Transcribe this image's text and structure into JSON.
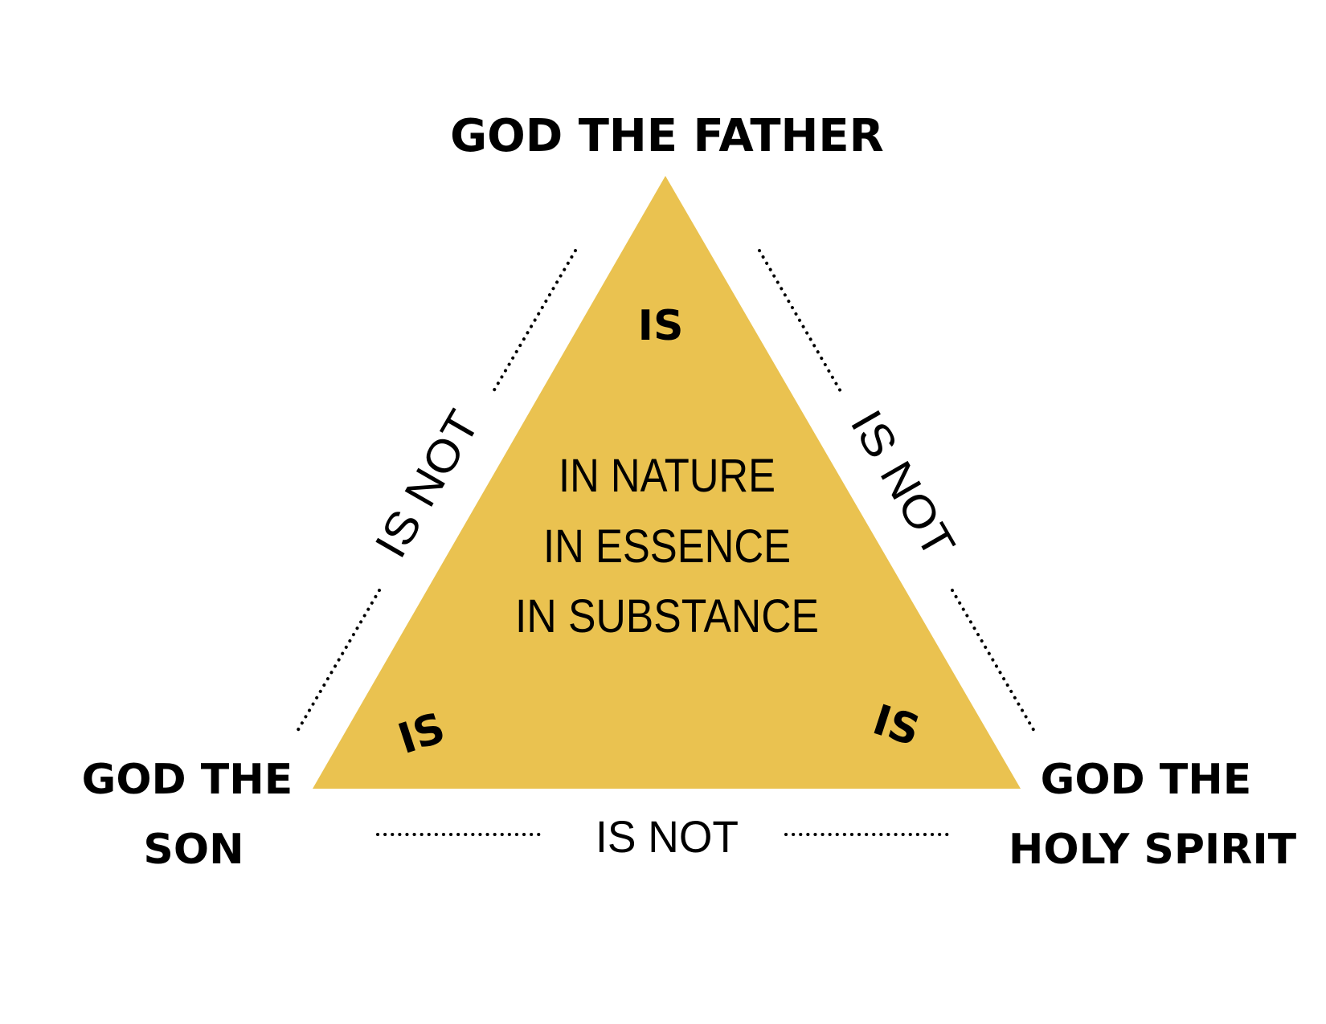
{
  "title": "Trinity Diagram",
  "colors": {
    "triangle_fill": "#EAC250",
    "text": "#000000",
    "background": "#FFFFFF"
  },
  "persons": {
    "top": "GOD THE FATHER",
    "bottom_left": [
      "GOD THE",
      "SON"
    ],
    "bottom_right": [
      "GOD THE",
      "HOLY SPIRIT"
    ]
  },
  "relations": {
    "is_top": "IS",
    "is_left": "IS",
    "is_right": "IS",
    "is_not_left": "IS NOT",
    "is_not_right": "IS NOT",
    "is_not_bottom": "IS NOT"
  },
  "center_text": [
    "IN NATURE",
    "IN ESSENCE",
    "IN SUBSTANCE"
  ]
}
